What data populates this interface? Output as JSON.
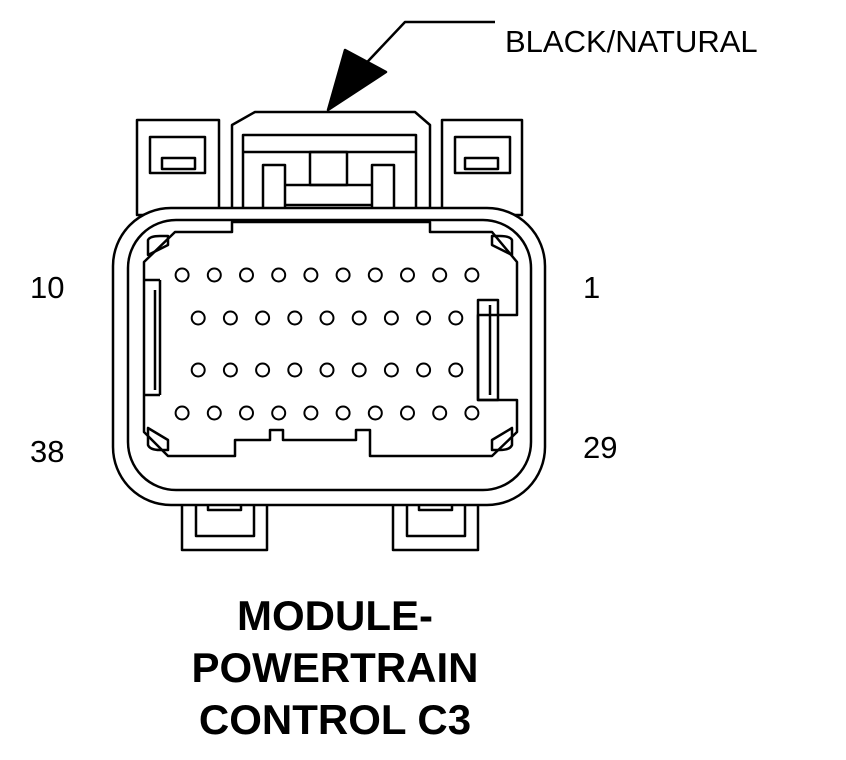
{
  "connector": {
    "color_label": "BLACK/NATURAL",
    "pin_labels": {
      "top_left": "10",
      "top_right": "1",
      "bottom_left": "38",
      "bottom_right": "29"
    },
    "title_lines": [
      "MODULE-",
      "POWERTRAIN",
      "CONTROL C3"
    ],
    "cavity_rows": [
      10,
      9,
      9,
      10
    ],
    "total_cavities": 38
  }
}
